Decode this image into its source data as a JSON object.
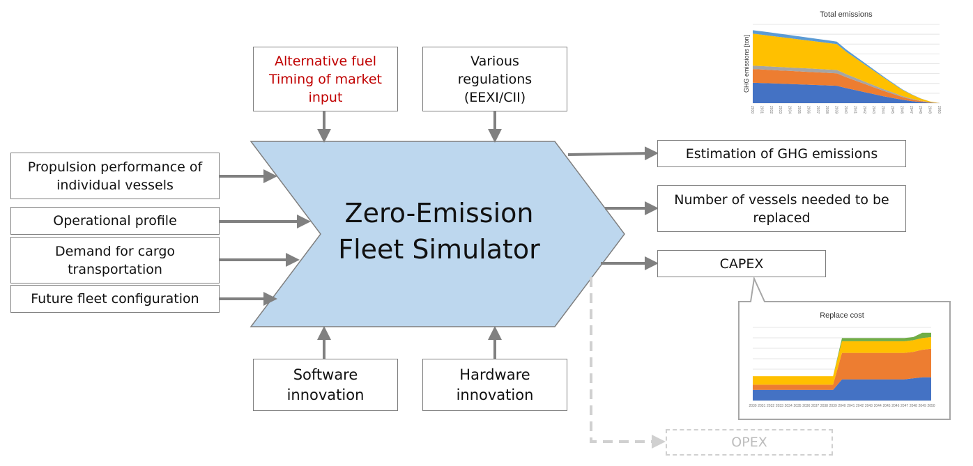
{
  "simulator": {
    "title_line1": "Zero-Emission",
    "title_line2": "Fleet Simulator"
  },
  "top_inputs": [
    {
      "lines": [
        "Alternative fuel",
        "Timing of market",
        "input"
      ],
      "color": "#c00000"
    },
    {
      "lines": [
        "Various",
        "regulations",
        "(EEXI/CII)"
      ]
    }
  ],
  "left_inputs": [
    {
      "lines": [
        "Propulsion performance of",
        "individual vessels"
      ]
    },
    {
      "lines": [
        "Operational profile"
      ]
    },
    {
      "lines": [
        "Demand for cargo",
        "transportation"
      ]
    },
    {
      "lines": [
        "Future fleet configuration"
      ]
    }
  ],
  "bottom_inputs": [
    {
      "lines": [
        "Software",
        "innovation"
      ]
    },
    {
      "lines": [
        "Hardware",
        "innovation"
      ]
    }
  ],
  "outputs": [
    {
      "lines": [
        "Estimation of GHG emissions"
      ]
    },
    {
      "lines": [
        "Number of vessels needed to be",
        "replaced"
      ]
    },
    {
      "lines": [
        "CAPEX"
      ]
    },
    {
      "lines": [
        "OPEX"
      ]
    }
  ],
  "colors": {
    "simulator_fill": "#bdd7ee",
    "arrow": "#808080",
    "ghost": "#d0d0d0"
  },
  "chart_data": [
    {
      "type": "area",
      "title": "Total emissions",
      "ylabel": "GHG emissions [ton]",
      "x": [
        "2030",
        "2031",
        "2032",
        "2033",
        "2034",
        "2035",
        "2036",
        "2037",
        "2038",
        "2039",
        "2040",
        "2041",
        "2042",
        "2043",
        "2044",
        "2045",
        "2046",
        "2047",
        "2048",
        "2049",
        "2050"
      ],
      "series": [
        {
          "color": "#4472c4",
          "values": [
            30,
            29.5,
            29,
            28.5,
            28,
            27.5,
            27,
            26.5,
            26,
            25.5,
            22,
            19,
            16,
            13,
            10,
            7.5,
            5,
            3,
            1.5,
            0.5,
            0
          ]
        },
        {
          "color": "#ed7d31",
          "values": [
            20,
            19.8,
            19.6,
            19.4,
            19.2,
            19,
            18.8,
            18.6,
            18.4,
            18.2,
            16,
            14,
            12,
            10,
            8,
            6,
            4,
            2.5,
            1.5,
            0.5,
            0
          ]
        },
        {
          "color": "#a5a5a5",
          "values": [
            5,
            5,
            5,
            5,
            5,
            5,
            5,
            5,
            5,
            5,
            4.5,
            4,
            3.5,
            3,
            2.5,
            2,
            1.5,
            1,
            0.5,
            0.2,
            0
          ]
        },
        {
          "color": "#ffc000",
          "values": [
            47,
            46,
            45,
            44,
            43,
            42,
            41,
            40,
            39,
            38,
            33,
            29,
            25,
            21,
            17,
            13,
            9,
            6,
            3,
            1,
            0
          ]
        },
        {
          "color": "#5b9bd5",
          "values": [
            5,
            5,
            5,
            4.8,
            4.6,
            4.4,
            4.2,
            4,
            3.8,
            3.6,
            3.2,
            2.8,
            2.4,
            2,
            1.6,
            1.2,
            0.8,
            0.5,
            0.3,
            0.1,
            0
          ]
        }
      ]
    },
    {
      "type": "area",
      "title": "Replace cost",
      "x": [
        "2030",
        "2031",
        "2032",
        "2033",
        "2034",
        "2035",
        "2036",
        "2037",
        "2038",
        "2039",
        "2040",
        "2041",
        "2042",
        "2043",
        "2044",
        "2045",
        "2046",
        "2047",
        "2048",
        "2049",
        "2050"
      ],
      "series": [
        {
          "color": "#4472c4",
          "values": [
            10,
            10,
            10,
            10,
            10,
            10,
            10,
            10,
            10,
            10,
            20,
            20,
            20,
            20,
            20,
            20,
            20,
            20,
            21,
            22,
            22
          ]
        },
        {
          "color": "#ed7d31",
          "values": [
            5,
            5,
            5,
            5,
            5,
            5,
            5,
            5,
            5,
            5,
            25,
            25,
            25,
            25,
            25,
            25,
            25,
            25,
            25,
            26,
            27
          ]
        },
        {
          "color": "#ffc000",
          "values": [
            8,
            8,
            8,
            8,
            8,
            8,
            8,
            8,
            8,
            8,
            11,
            11,
            11,
            11,
            11,
            11,
            11,
            11,
            11,
            11,
            11
          ]
        },
        {
          "color": "#70ad47",
          "values": [
            0,
            0,
            0,
            0,
            0,
            0,
            0,
            0,
            0,
            0,
            3,
            3,
            3,
            3,
            3,
            3,
            3,
            3,
            3,
            5,
            4
          ]
        }
      ]
    }
  ]
}
